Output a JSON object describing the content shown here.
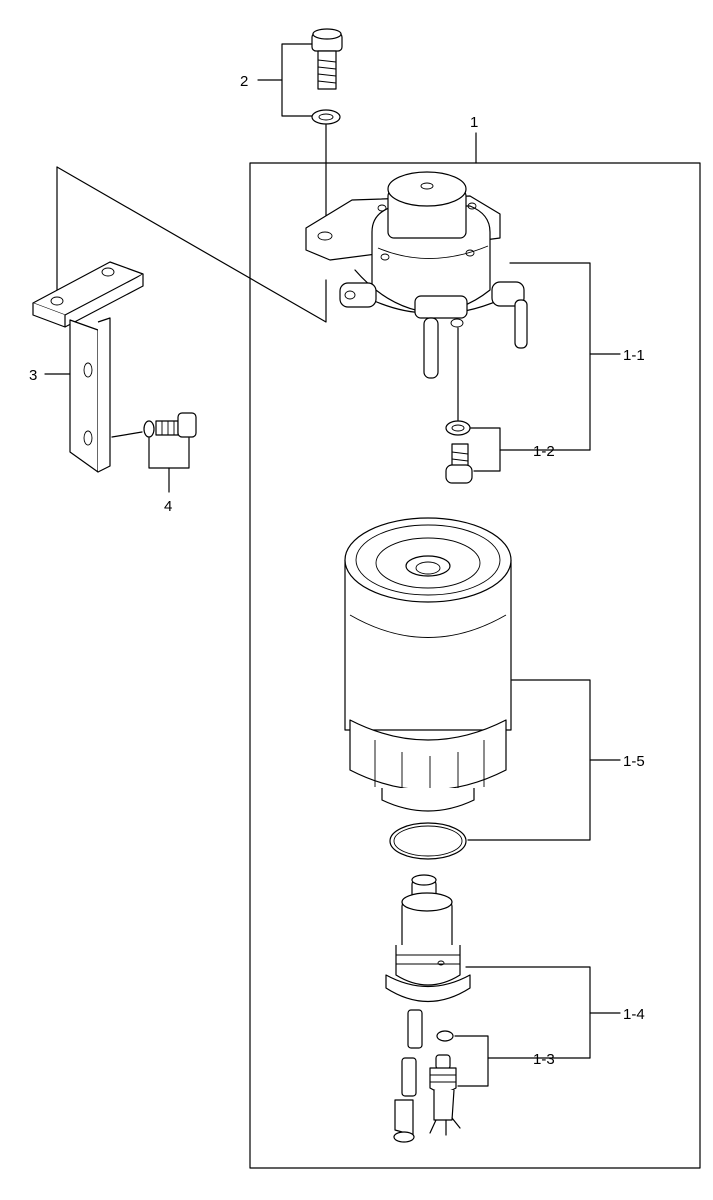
{
  "labels": {
    "p1": "1",
    "p1_1": "1-1",
    "p1_2": "1-2",
    "p1_3": "1-3",
    "p1_4": "1-4",
    "p1_5": "1-5",
    "p2": "2",
    "p3": "3",
    "p4": "4"
  },
  "colors": {
    "line": "#000000",
    "background": "#ffffff"
  }
}
